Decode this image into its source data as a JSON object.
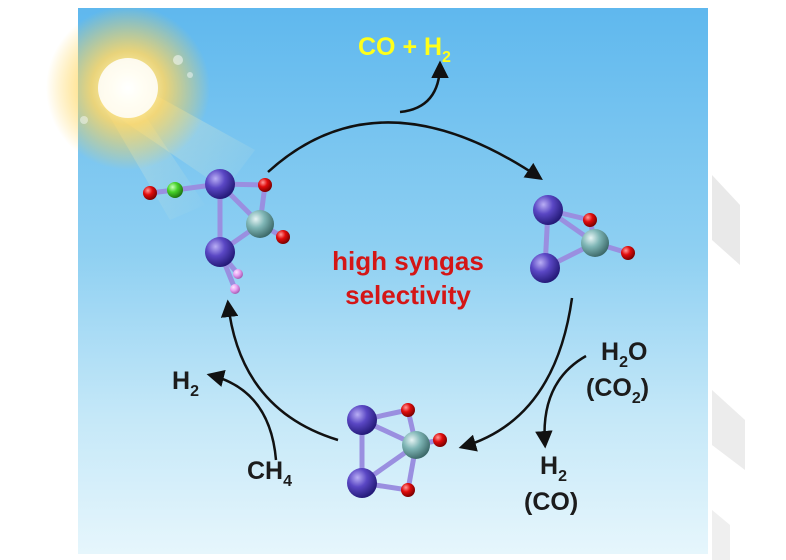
{
  "products_top": {
    "main": "CO + H",
    "sub": "2"
  },
  "center_text": {
    "line1": "high syngas",
    "line2": "selectivity"
  },
  "right_input": {
    "line1": {
      "pre": "H",
      "sub": "2",
      "post": "O"
    },
    "line2": {
      "pre": "(CO",
      "sub": "2",
      "post": ")"
    }
  },
  "right_output": {
    "line1": {
      "pre": "H",
      "sub": "2"
    },
    "line2": "(CO)"
  },
  "left_output": {
    "pre": "H",
    "sub": "2"
  },
  "left_input": {
    "pre": "CH",
    "sub": "4"
  },
  "colors": {
    "indium_atom": "#5a47c4",
    "metal_atom": "#7fb6b6",
    "oxygen_atom": "#e10c0c",
    "carbon_atom": "#46d22a",
    "hydrogen_atom": "#e79ef1",
    "highlight_text": "#ffff1a",
    "center_text": "#d41616",
    "sky_top": "#5fb8ee",
    "sky_bottom": "#e6f6fc"
  },
  "icons": {
    "sun": "sun-icon",
    "cycle_arrow": "curved-arrow-icon"
  }
}
